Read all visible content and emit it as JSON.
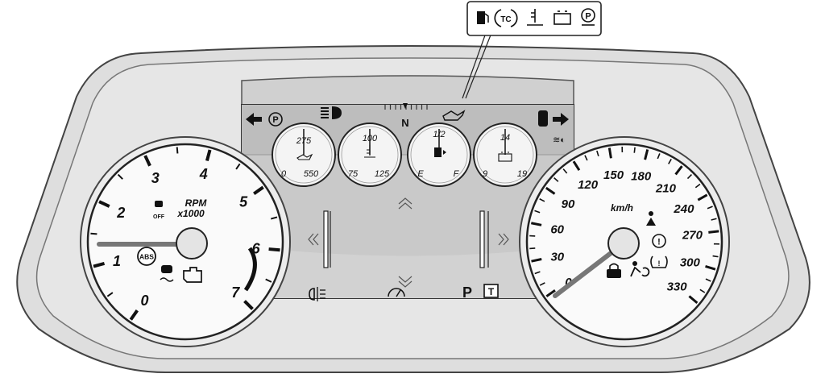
{
  "callout_icons": [
    "fuel-pump-icon",
    "traction-control-off-icon",
    "coolant-temp-icon",
    "battery-icon",
    "park-assist-icon"
  ],
  "tach": {
    "labels": [
      "0",
      "1",
      "2",
      "3",
      "4",
      "5",
      "6",
      "7"
    ],
    "title": "RPM",
    "unit": "x1000",
    "off_label": "OFF",
    "abs_label": "ABS"
  },
  "speedo": {
    "labels": [
      "0",
      "30",
      "60",
      "90",
      "120",
      "150",
      "180",
      "210",
      "240",
      "270",
      "300",
      "330"
    ],
    "unit": "km/h"
  },
  "center": {
    "gear_indicator": "N",
    "park": "P",
    "tow": "T",
    "oil_pressure": {
      "left": "0",
      "mid": "275",
      "right": "550"
    },
    "coolant": {
      "left": "75",
      "mid": "100",
      "right": "125"
    },
    "fuel": {
      "left": "E",
      "mid": "1/2",
      "right": "F"
    },
    "voltage": {
      "left": "9",
      "mid": "14",
      "right": "19"
    }
  },
  "warning_icons": [
    "left-turn-arrow-icon",
    "parking-brake-icon",
    "high-beam-icon",
    "oil-can-icon",
    "door-ajar-icon",
    "right-turn-arrow-icon",
    "front-fog-icon",
    "rear-fog-icon",
    "cruise-icon",
    "stability-control-icon",
    "check-engine-icon",
    "security-icon",
    "airbag-icon",
    "seatbelt-icon",
    "warning-icon",
    "tire-pressure-icon",
    "chevron-up-icon",
    "chevron-down-icon",
    "chevron-left-icon",
    "chevron-right-icon"
  ]
}
